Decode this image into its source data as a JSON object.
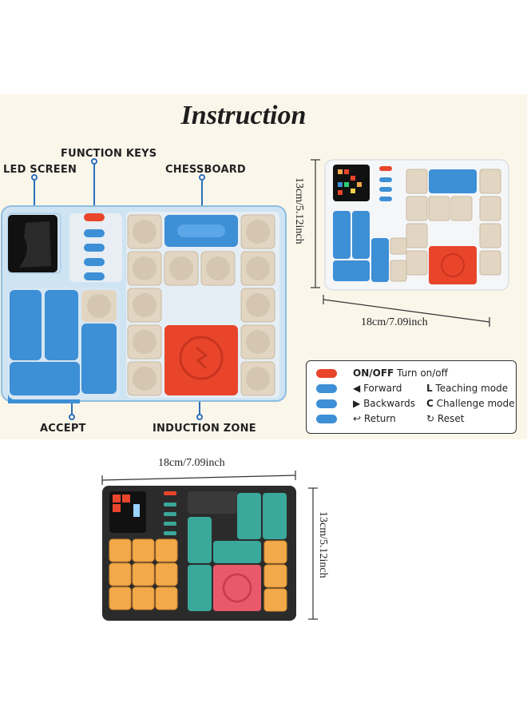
{
  "title": "Instruction",
  "labels": {
    "led_screen": "LED SCREEN",
    "function_keys": "FUNCTION KEYS",
    "chessboard": "CHESSBOARD",
    "accept": "ACCEPT",
    "induction_zone": "INDUCTION ZONE"
  },
  "dimensions": {
    "width": "18cm/7.09inch",
    "height": "13cm/5.12inch"
  },
  "legend": {
    "on_off_key": "ON/OFF",
    "on_off_text": "Turn on/off",
    "forward": "Forward",
    "backwards": "Backwards",
    "return": "Return",
    "teaching_key": "L",
    "teaching": "Teaching mode",
    "challenge_key": "C",
    "challenge": "Challenge mode",
    "reset": "Reset"
  },
  "colors": {
    "blue": "#3d8fd6",
    "red": "#e8452b",
    "beige": "#e2d6c3",
    "teal": "#3aa89a",
    "orange": "#f2a94a",
    "dark": "#2b2b2b"
  }
}
